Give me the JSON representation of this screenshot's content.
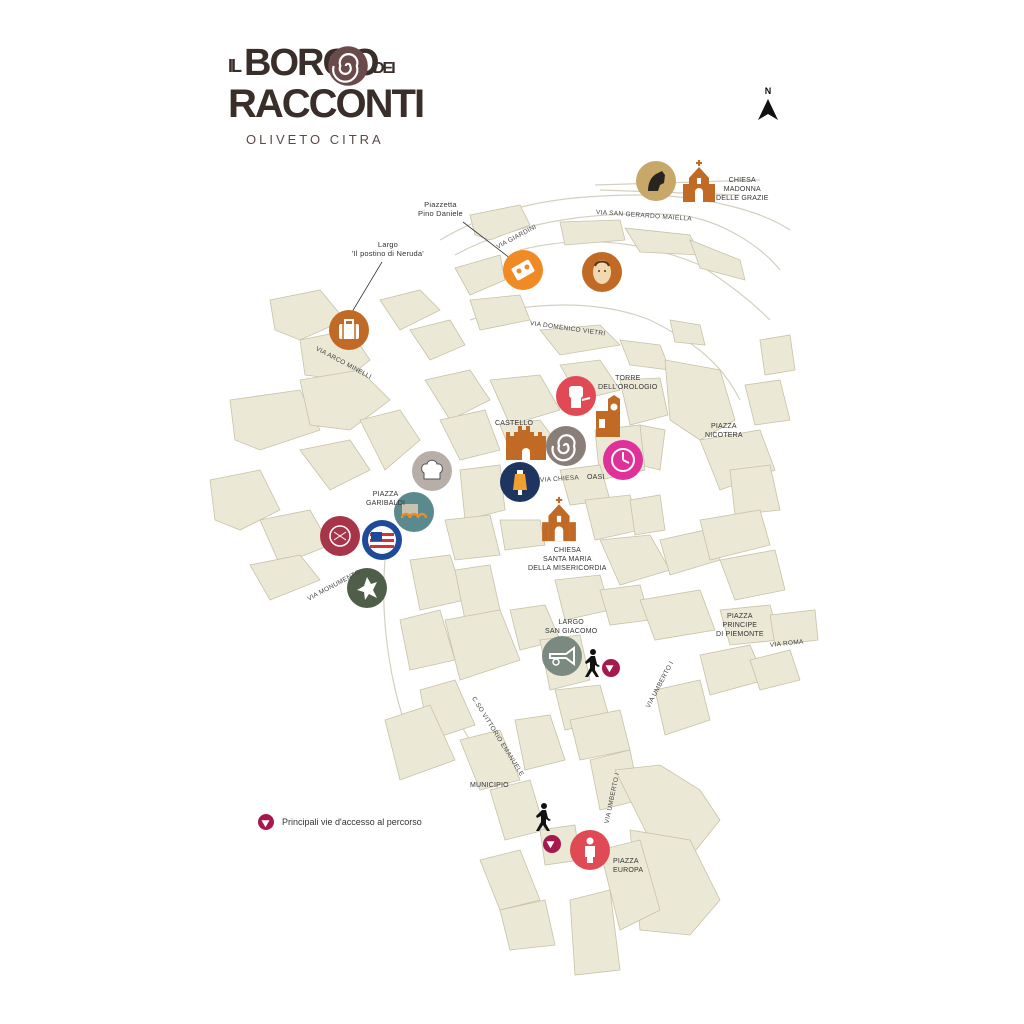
{
  "logo": {
    "il": "IL",
    "borgo": "BORGO",
    "dei": "DEI",
    "racconti": "RACCONTI",
    "subtitle": "OLIVETO CITRA"
  },
  "north": "N",
  "colors": {
    "block": "#ece8d6",
    "block_stroke": "#c8c2a8",
    "access_pin": "#a6194f",
    "church": "#c06a25"
  },
  "places": {
    "chiesa_madonna": "CHIESA\nMADONNA\nDELLE GRAZIE",
    "piazzetta": "Piazzetta\nPino Daniele",
    "largo_neruda": "Largo\n'Il postino di Neruda'",
    "torre": "TORRE\nDELL'OROLOGIO",
    "castello": "CASTELLO",
    "oasi": "OASI",
    "piazza_nicotera": "PIAZZA\nNICOTERA",
    "piazza_garibaldi": "PIAZZA\nGARIBALDI",
    "chiesa_santa_maria": "CHIESA\nSANTA MARIA\nDELLA MISERICORDIA",
    "largo_san_giacomo": "LARGO\nSAN GIACOMO",
    "piazza_principe": "PIAZZA\nPRINCIPE\nDI PIEMONTE",
    "municipio": "MUNICIPIO",
    "piazza_europa": "PIAZZA\nEUROPA"
  },
  "streets": {
    "san_gerardo": "VIA SAN GERARDO MAIELLA",
    "giardini": "VIA GIARDINI",
    "domenico_vietri": "VIA DOMENICO VIETRI",
    "arco_minelli": "VIA ARCO MINELLI",
    "chiesa": "VIA CHIESA",
    "monumento": "VIA MONUMENTO",
    "roma": "VIA ROMA",
    "umberto_1": "VIA UMBERTO I",
    "umberto_2": "VIA UMBERTO I",
    "vittorio": "C.SO VITTORIO EMANUELE"
  },
  "legend": {
    "label": "Principali vie d'accesso al percorso"
  },
  "poi_icons": [
    {
      "name": "horse-head-icon",
      "color": "#c8a868"
    },
    {
      "name": "church-icon",
      "color": "#c06a25"
    },
    {
      "name": "cassette-icon",
      "color": "#f08a24"
    },
    {
      "name": "portrait-icon",
      "color": "#c06a25"
    },
    {
      "name": "suitcase-icon",
      "color": "#c06a25"
    },
    {
      "name": "fist-icon",
      "color": "#e04a55"
    },
    {
      "name": "clock-tower-icon",
      "color": "#c06a25"
    },
    {
      "name": "castle-icon",
      "color": "#c06a25"
    },
    {
      "name": "spiral-icon",
      "color": "#8a7e78"
    },
    {
      "name": "clock-icon",
      "color": "#e0309a"
    },
    {
      "name": "chef-hat-icon",
      "color": "#b8aea8"
    },
    {
      "name": "lantern-icon",
      "color": "#1e3560"
    },
    {
      "name": "waves-icon",
      "color": "#5a8a8e"
    },
    {
      "name": "church-santa-maria-icon",
      "color": "#c06a25"
    },
    {
      "name": "ball-icon",
      "color": "#a8344a"
    },
    {
      "name": "usa-flag-icon",
      "color": "#1e4a9a"
    },
    {
      "name": "figure-icon",
      "color": "#4e5e48"
    },
    {
      "name": "trumpet-icon",
      "color": "#7a8a80"
    },
    {
      "name": "person-icon",
      "color": "#e04a55"
    }
  ]
}
